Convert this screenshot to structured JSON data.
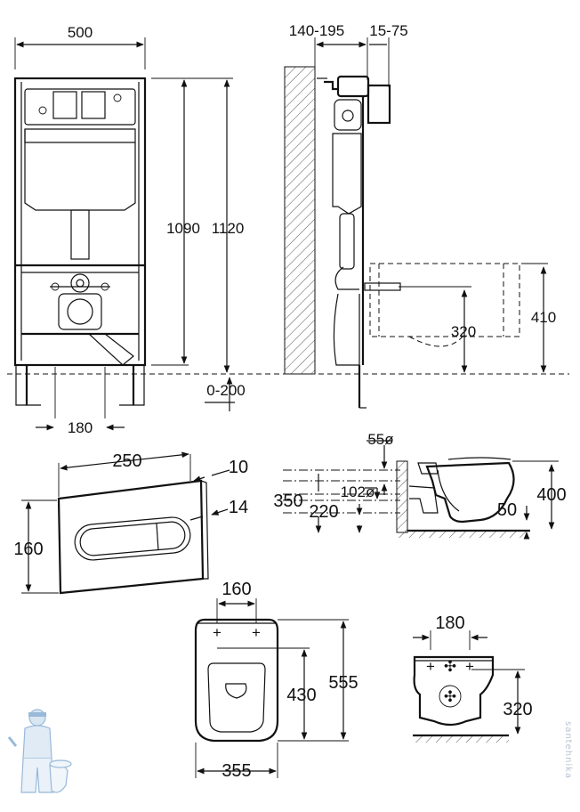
{
  "frame_front": {
    "width": "500",
    "height_inner": "1090",
    "height_total": "1120",
    "bracket_spacing": "180"
  },
  "frame_side": {
    "wall_distance": "140-195",
    "flush_depth": "15-75",
    "floor_adjust": "0-200",
    "bowl_height": "320",
    "frame_bowl_height": "410"
  },
  "flush_plate": {
    "width": "250",
    "height": "160",
    "thickness_a": "10",
    "thickness_b": "14"
  },
  "pipes": {
    "water_pipe": "55ø",
    "drain_pipe": "102ø",
    "drain_height": "350",
    "water_height": "220",
    "total_height": "400",
    "floor_gap": "50"
  },
  "bowl_top": {
    "bolt_spacing": "160",
    "length": "555",
    "bolt_to_front": "430",
    "width": "355"
  },
  "bowl_front": {
    "bolt_spacing": "180",
    "bolt_height": "320"
  },
  "watermark": {
    "text": "santehnika"
  },
  "colors": {
    "line": "#111111",
    "wall_hatch": "#555555",
    "plumber_figure": "#7fa8cf"
  },
  "icons": {
    "mascot": "plumber-mascot-icon"
  }
}
